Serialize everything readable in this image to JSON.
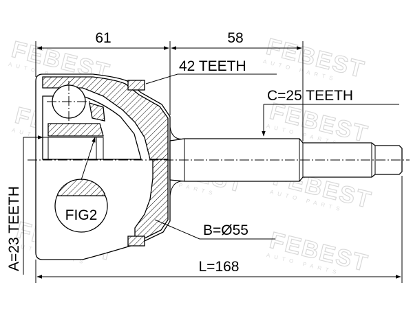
{
  "watermark": {
    "brand": "FEBEST",
    "tagline": "AUTO PARTS"
  },
  "dimensions": {
    "outer_length": "61",
    "shaft_length": "58",
    "total_length": "L=168",
    "outer_teeth": "42 TEETH",
    "shaft_teeth": "C=25 TEETH",
    "inner_teeth": "A=23 TEETH",
    "diameter": "B=Ø55"
  },
  "figure_label": "FIG2",
  "colors": {
    "line": "#000000",
    "watermark": "#d9d9d9"
  }
}
